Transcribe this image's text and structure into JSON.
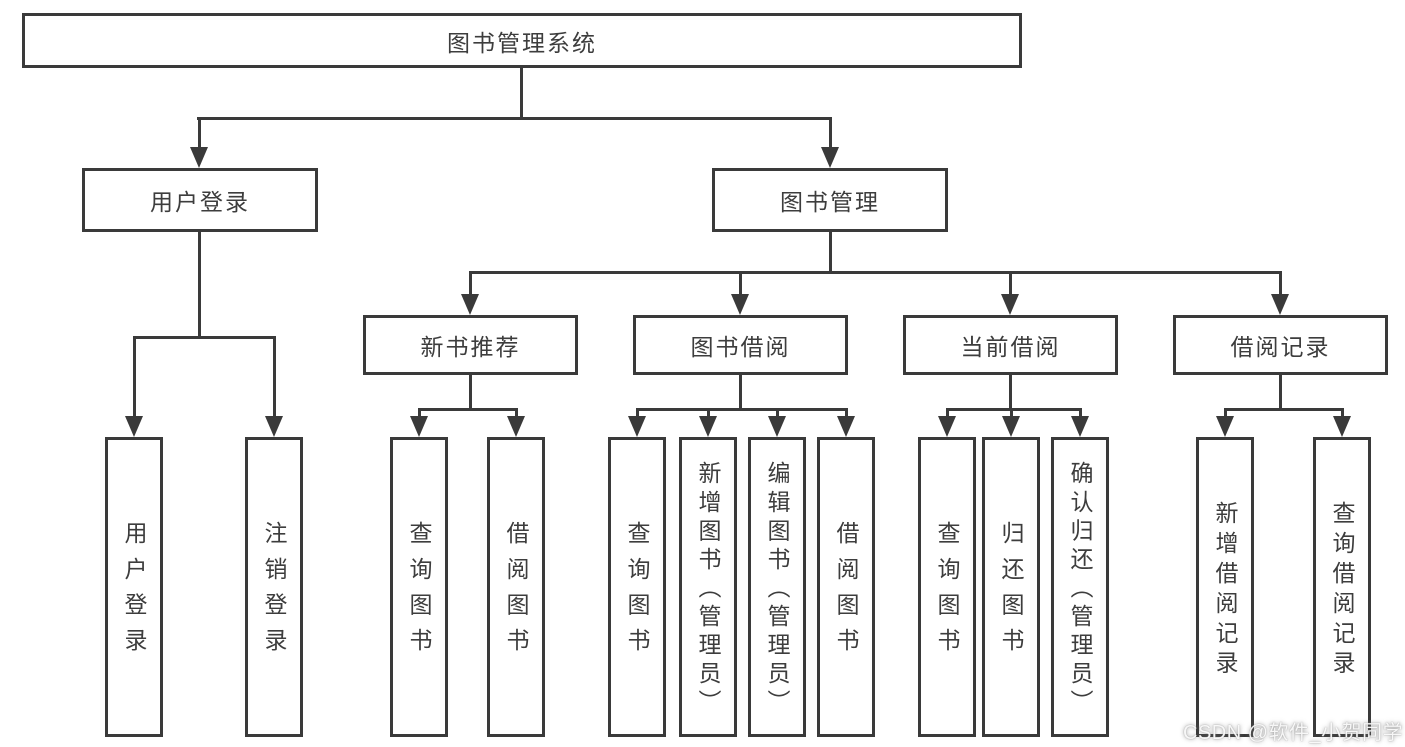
{
  "diagram": {
    "root": "图书管理系统",
    "level1": {
      "user_login": "用户登录",
      "book_mgmt": "图书管理"
    },
    "level2": {
      "new_books": "新书推荐",
      "book_borrow": "图书借阅",
      "current_borrow": "当前借阅",
      "borrow_records": "借阅记录"
    },
    "leaves": {
      "user": [
        "用户登录",
        "注销登录"
      ],
      "new_books": [
        "查询图书",
        "借阅图书"
      ],
      "borrow": [
        "查询图书",
        "新增图书（管理员）",
        "编辑图书（管理员）",
        "借阅图书"
      ],
      "current": [
        "查询图书",
        "归还图书",
        "确认归还（管理员）"
      ],
      "records": [
        "新增借阅记录",
        "查询借阅记录"
      ]
    }
  },
  "watermark": "CSDN @软件_小贺同学",
  "colors": {
    "line": "#3a3a3a",
    "text": "#3d3d3d",
    "background": "#ffffff",
    "watermark": "#e8e8e8"
  }
}
